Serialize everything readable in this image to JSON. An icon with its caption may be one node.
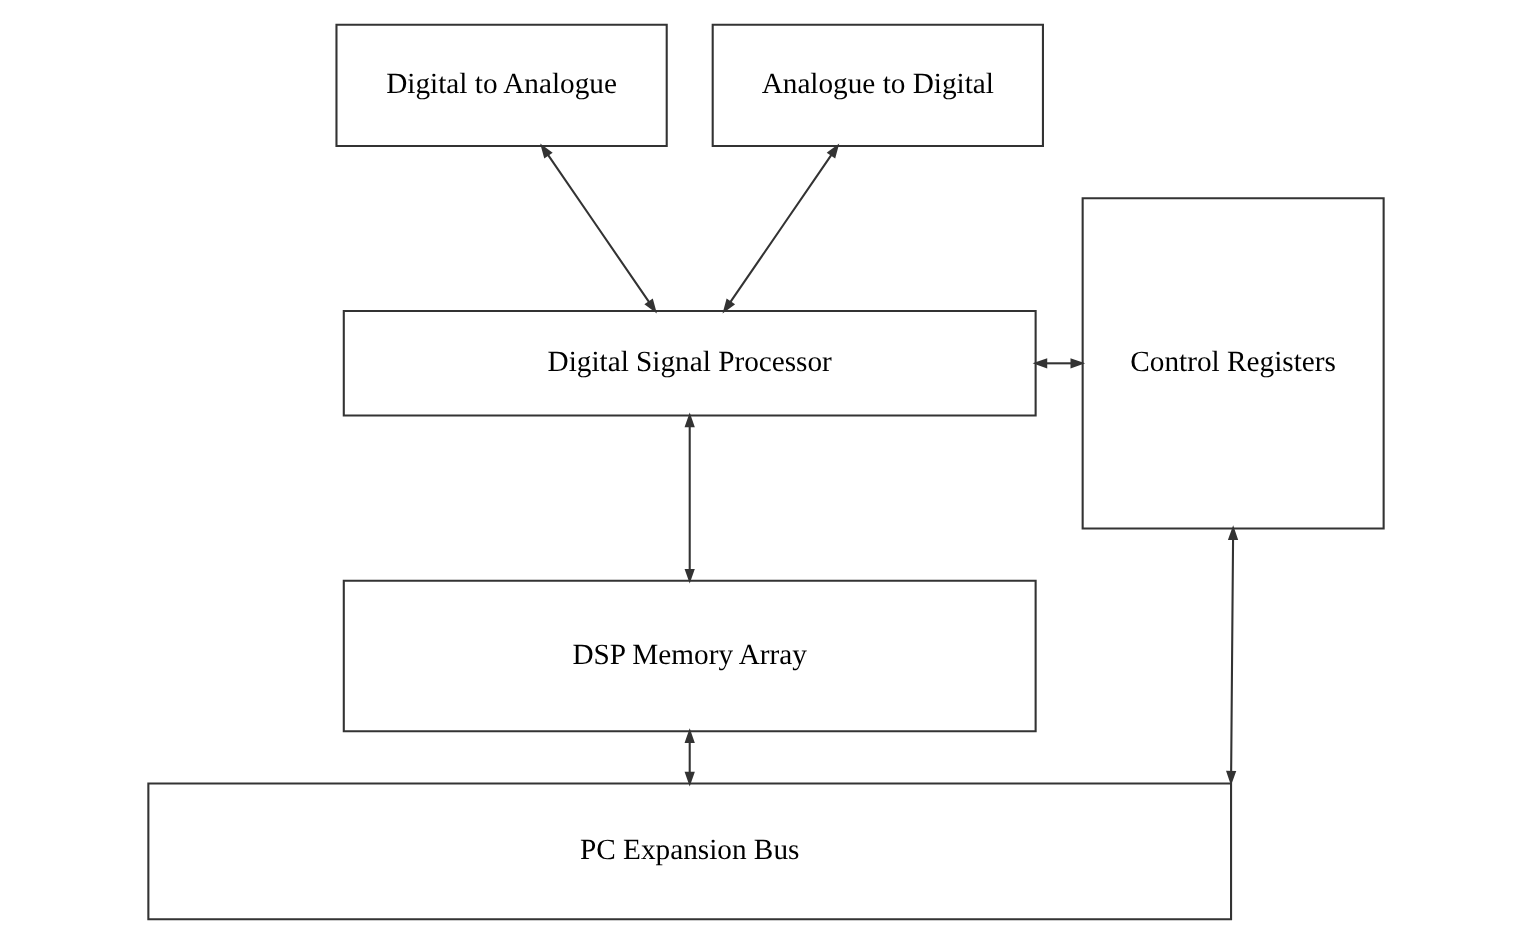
{
  "diagram": {
    "nodes": [
      {
        "text": [
          "Digital to Analogue"
        ]
      },
      {
        "text": [
          "Analogue to Digital"
        ]
      },
      {
        "text": [
          "Digital Signal Processor"
        ]
      },
      {
        "text": [
          "Control Registers"
        ]
      },
      {
        "text": [
          "DSP Memory Array"
        ]
      },
      {
        "text": [
          "PC Expansion Bus"
        ]
      }
    ],
    "edges": [
      {
        "from": 0,
        "to": 2,
        "arrow": "both"
      },
      {
        "from": 1,
        "to": 2,
        "arrow": "both"
      },
      {
        "from": 2,
        "to": 3,
        "arrow": "both"
      },
      {
        "from": 2,
        "to": 4,
        "arrow": "both"
      },
      {
        "from": 4,
        "to": 5,
        "arrow": "both"
      },
      {
        "from": 3,
        "to": 5,
        "arrow": "both"
      }
    ]
  }
}
